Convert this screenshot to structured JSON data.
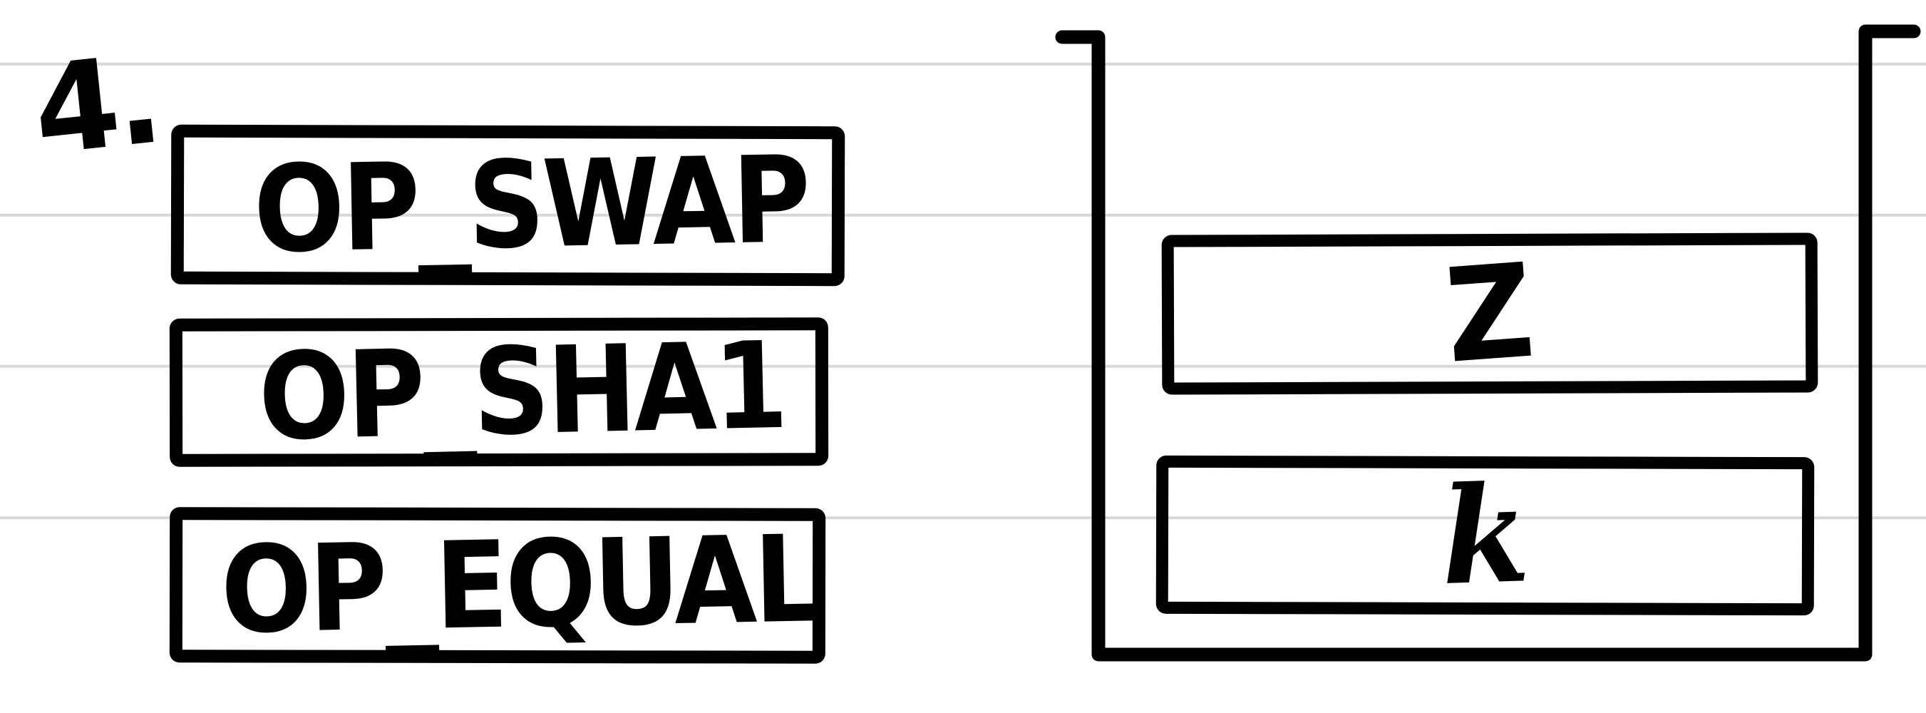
{
  "page": {
    "step_label": "4."
  },
  "colors": {
    "ink": "#000000",
    "ruled-line": "#d8d8d8",
    "paper": "#ffffff"
  },
  "script_ops": [
    {
      "label": "OP_SWAP"
    },
    {
      "label": "OP_SHA1"
    },
    {
      "label": "OP_EQUAL"
    }
  ],
  "stack": {
    "items": [
      {
        "label": "Z"
      },
      {
        "label": "k"
      }
    ]
  }
}
